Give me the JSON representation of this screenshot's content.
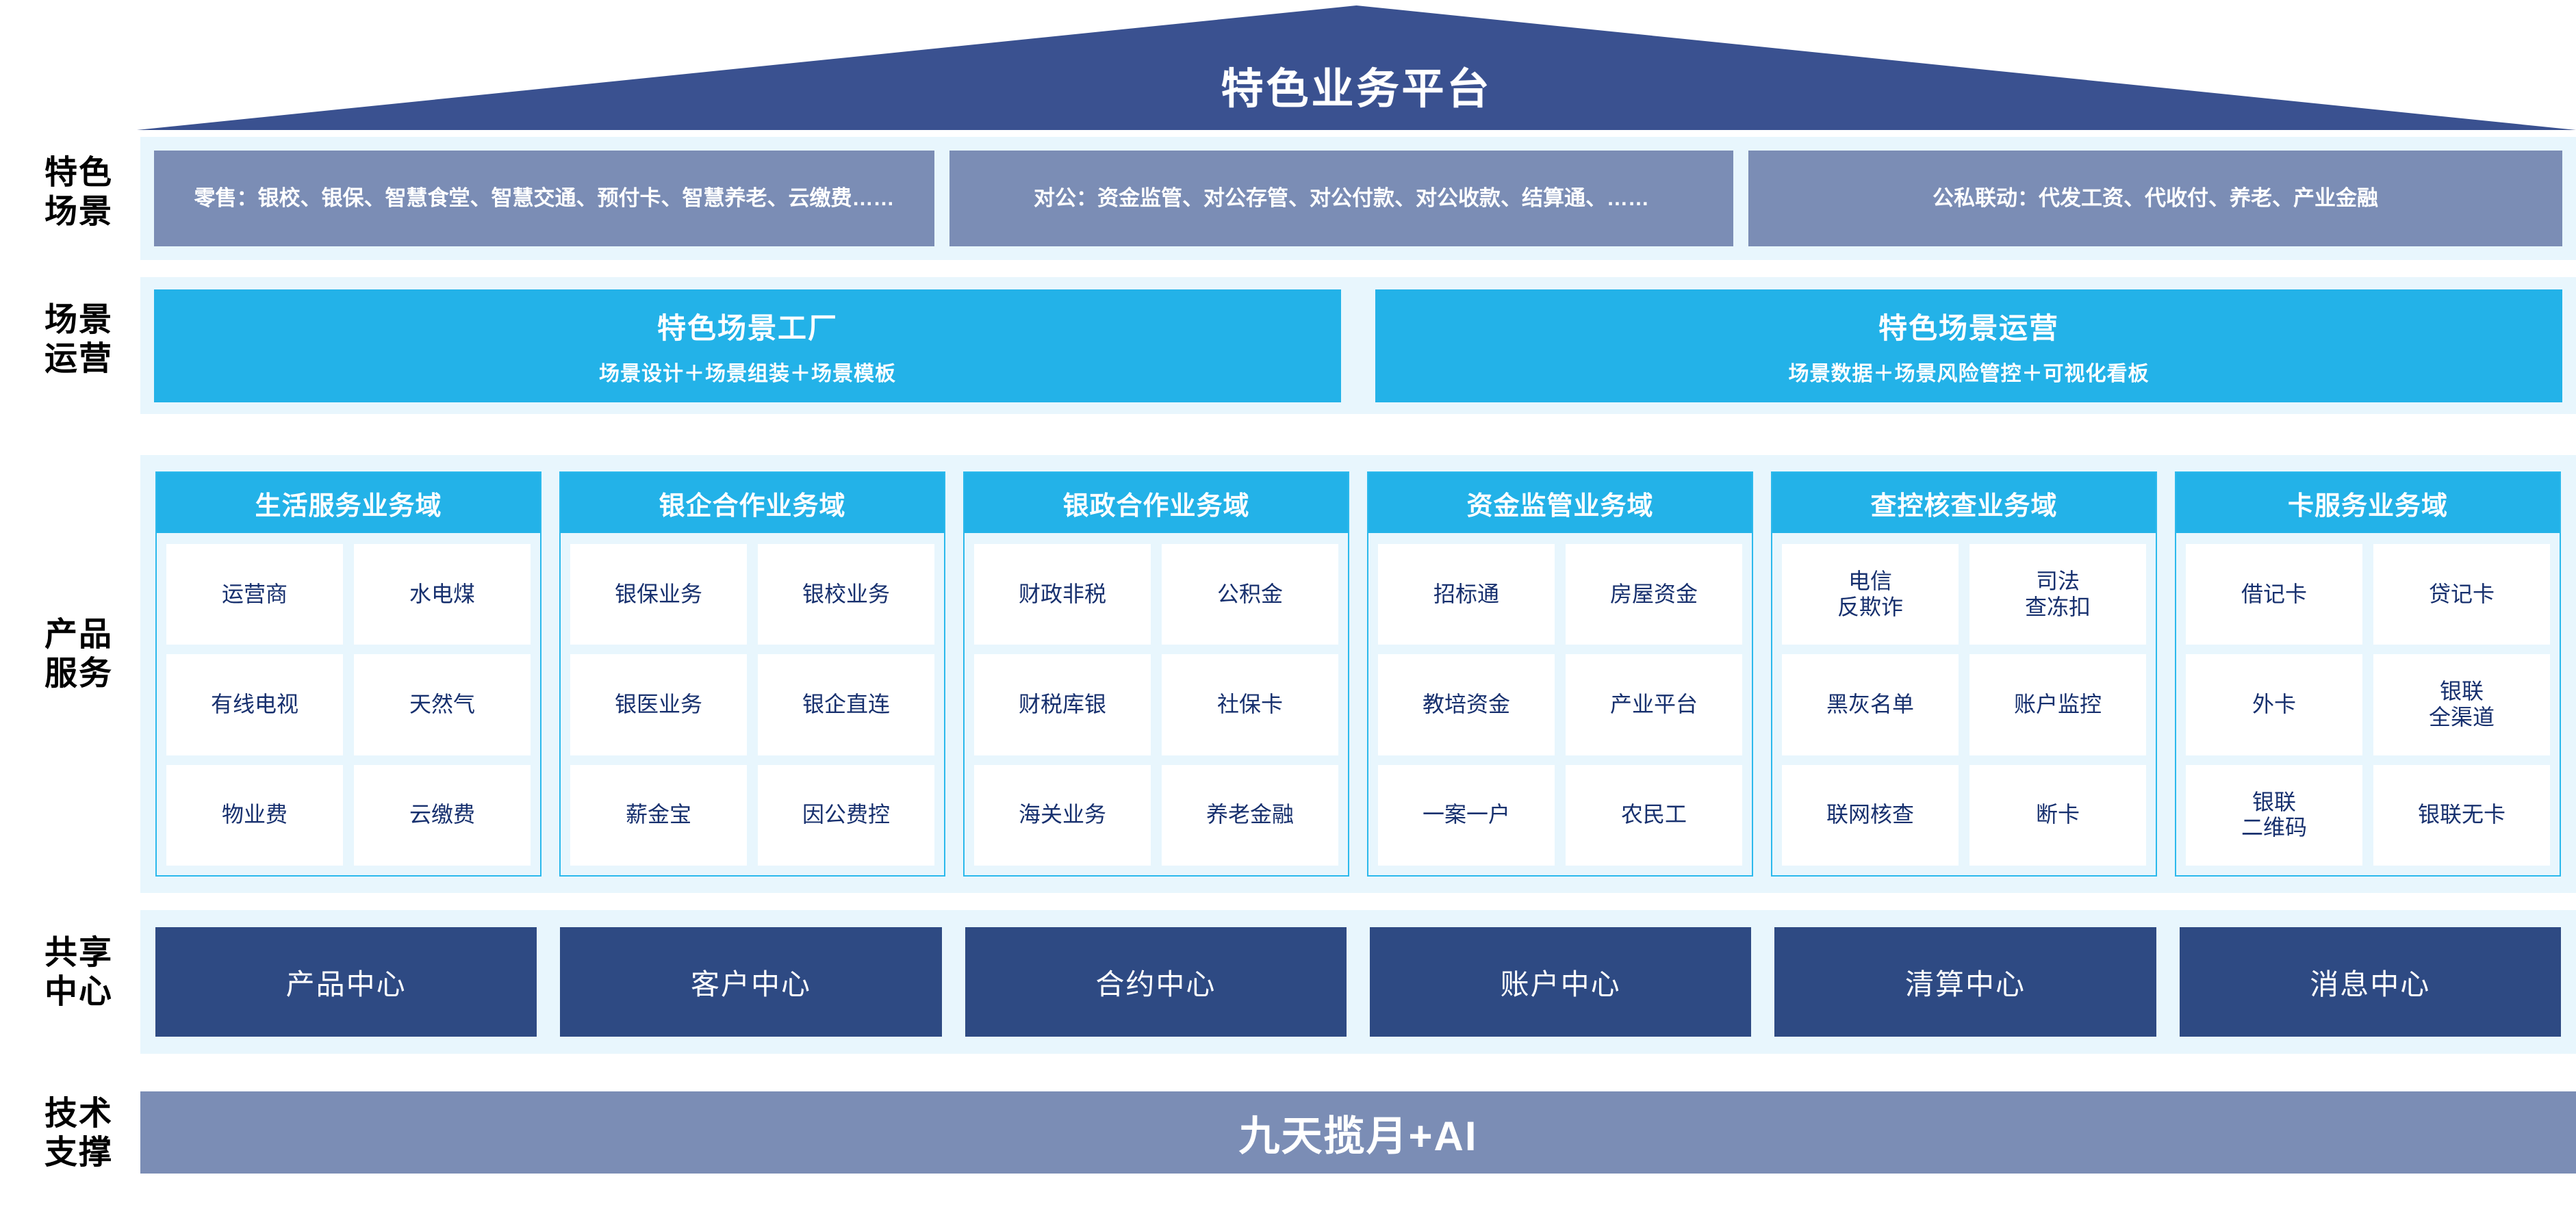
{
  "header": {
    "title": "特色业务平台",
    "roof_color": "#3a5190"
  },
  "axis_labels": {
    "scenes": "特色\n场景",
    "operations": "场景\n运营",
    "products": "产品\n服务",
    "shared": "共享\n中心",
    "tech": "技术\n支撑"
  },
  "scenes": {
    "boxes": [
      {
        "text": "零售：银校、银保、智慧食堂、智慧交通、预付卡、智慧养老、云缴费……"
      },
      {
        "text": "对公：资金监管、对公存管、对公付款、对公收款、结算通、……"
      },
      {
        "text": "公私联动：代发工资、代收付、养老、产业金融"
      }
    ]
  },
  "operations": {
    "boxes": [
      {
        "title": "特色场景工厂",
        "sub": "场景设计＋场景组装＋场景模板"
      },
      {
        "title": "特色场景运营",
        "sub": "场景数据＋场景风险管控＋可视化看板"
      }
    ]
  },
  "products": {
    "columns": [
      {
        "title": "生活服务业务域",
        "items": [
          "运营商",
          "水电煤",
          "有线电视",
          "天然气",
          "物业费",
          "云缴费"
        ]
      },
      {
        "title": "银企合作业务域",
        "items": [
          "银保业务",
          "银校业务",
          "银医业务",
          "银企直连",
          "薪金宝",
          "因公费控"
        ]
      },
      {
        "title": "银政合作业务域",
        "items": [
          "财政非税",
          "公积金",
          "财税库银",
          "社保卡",
          "海关业务",
          "养老金融"
        ]
      },
      {
        "title": "资金监管业务域",
        "items": [
          "招标通",
          "房屋资金",
          "教培资金",
          "产业平台",
          "一案一户",
          "农民工"
        ]
      },
      {
        "title": "查控核查业务域",
        "items": [
          "电信\n反欺诈",
          "司法\n查冻扣",
          "黑灰名单",
          "账户监控",
          "联网核查",
          "断卡"
        ]
      },
      {
        "title": "卡服务业务域",
        "items": [
          "借记卡",
          "贷记卡",
          "外卡",
          "银联\n全渠道",
          "银联\n二维码",
          "银联无卡"
        ]
      }
    ]
  },
  "shared_centers": {
    "boxes": [
      "产品中心",
      "客户中心",
      "合约中心",
      "账户中心",
      "清算中心",
      "消息中心"
    ]
  },
  "tech_support": {
    "text": "九天揽月+AI"
  },
  "colors": {
    "roof": "#3a5190",
    "band": "#e8f6fd",
    "scene_box": "#7b8db5",
    "operation_box": "#23b2e8",
    "domain_header": "#23b2e8",
    "domain_border": "#2bb9ec",
    "cell_text": "#17306e",
    "center_box": "#2e4a83",
    "tech_bar": "#7b8db5"
  }
}
